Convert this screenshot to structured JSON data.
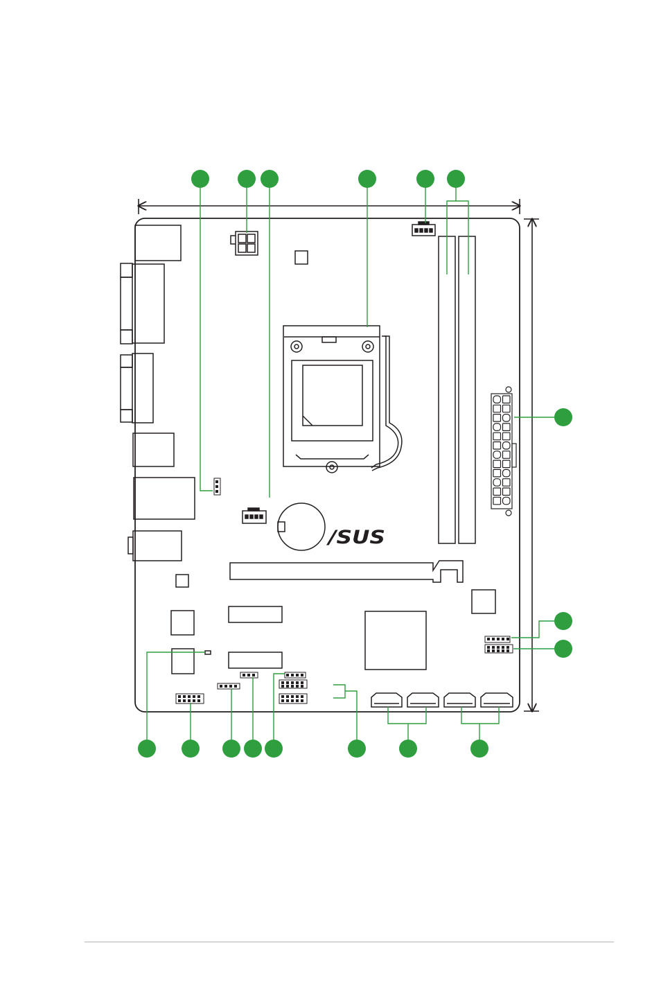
{
  "diagram": {
    "logo_text": "/SUS",
    "callout_color": "#2e9e3e",
    "line_color": "#231f20",
    "callout_markers": [
      "top-1",
      "top-2",
      "top-3",
      "top-4",
      "top-5",
      "top-6",
      "right-1",
      "right-2",
      "right-3",
      "bottom-1",
      "bottom-2",
      "bottom-3",
      "bottom-4",
      "bottom-5",
      "bottom-6",
      "bottom-7",
      "bottom-8"
    ]
  }
}
